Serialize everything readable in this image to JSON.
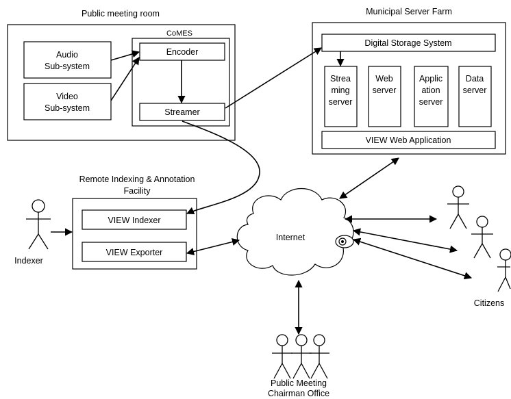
{
  "rooms": {
    "public_meeting_room": "Public meeting room",
    "comes": "CoMES",
    "municipal_server_farm": "Municipal Server Farm",
    "remote_facility_line1": "Remote Indexing & Annotation",
    "remote_facility_line2": "Facility"
  },
  "meeting_room": {
    "audio_line1": "Audio",
    "audio_line2": "Sub-system",
    "video_line1": "Video",
    "video_line2": "Sub-system",
    "encoder": "Encoder",
    "streamer": "Streamer"
  },
  "server_farm": {
    "storage": "Digital Storage System",
    "streaming_line1": "Strea",
    "streaming_line2": "ming",
    "streaming_line3": "server",
    "web_line1": "Web",
    "web_line2": "server",
    "app_line1": "Applic",
    "app_line2": "ation",
    "app_line3": "server",
    "data_line1": "Data",
    "data_line2": "server",
    "view_web_app": "VIEW Web Application"
  },
  "indexing": {
    "indexer_tool": "VIEW Indexer",
    "exporter_tool": "VIEW Exporter"
  },
  "actors": {
    "indexer": "Indexer",
    "citizens": "Citizens",
    "chairman_line1": "Public Meeting",
    "chairman_line2": "Chairman Office"
  },
  "network": {
    "internet": "Internet"
  }
}
